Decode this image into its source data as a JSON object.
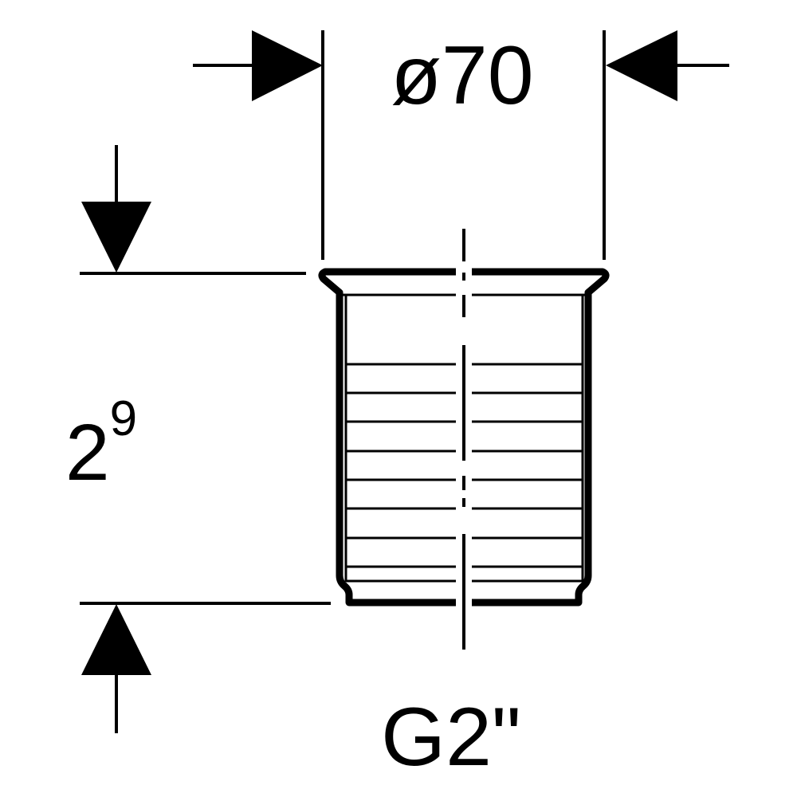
{
  "dimensions": {
    "diameter_label": "ø70",
    "height_base": "2",
    "height_exponent": "9",
    "thread_label": "G2\""
  },
  "colors": {
    "line": "#000000",
    "background": "#ffffff"
  }
}
